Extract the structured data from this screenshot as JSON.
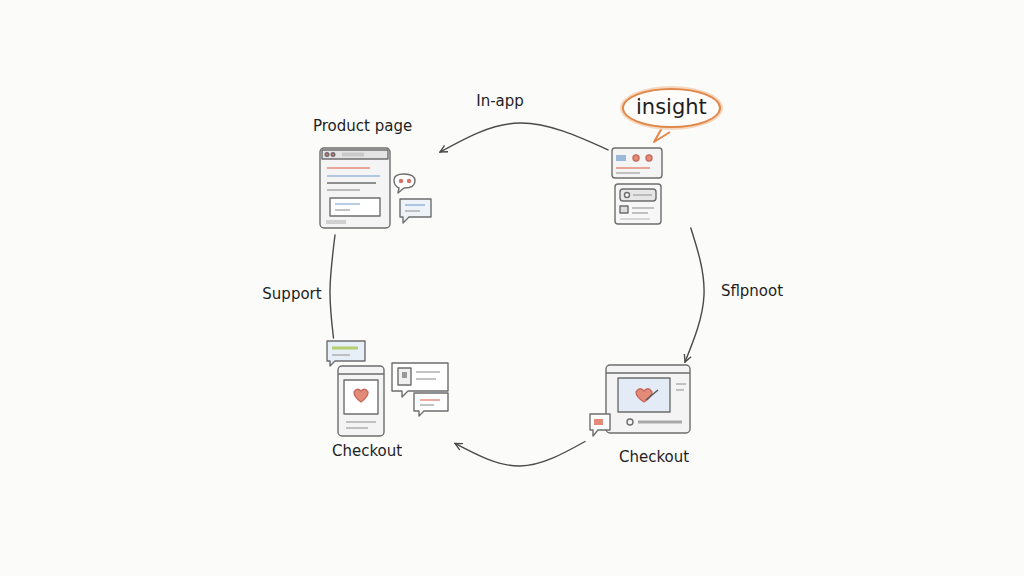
{
  "diagram": {
    "nodes": [
      {
        "text": [
          "Product page"
        ]
      },
      {
        "text": [
          "insight"
        ]
      },
      {
        "text": [
          "Checkout"
        ]
      },
      {
        "text": [
          "Checkout"
        ]
      }
    ],
    "edges": [
      {
        "from": 1,
        "to": 0,
        "arrow": "to",
        "label": "In-app"
      },
      {
        "from": 1,
        "to": 3,
        "arrow": "to",
        "label": "Sflpnoot"
      },
      {
        "from": 3,
        "to": 2,
        "arrow": "to"
      },
      {
        "from": 2,
        "to": 0,
        "arrow": "none",
        "label": "Support"
      }
    ]
  }
}
